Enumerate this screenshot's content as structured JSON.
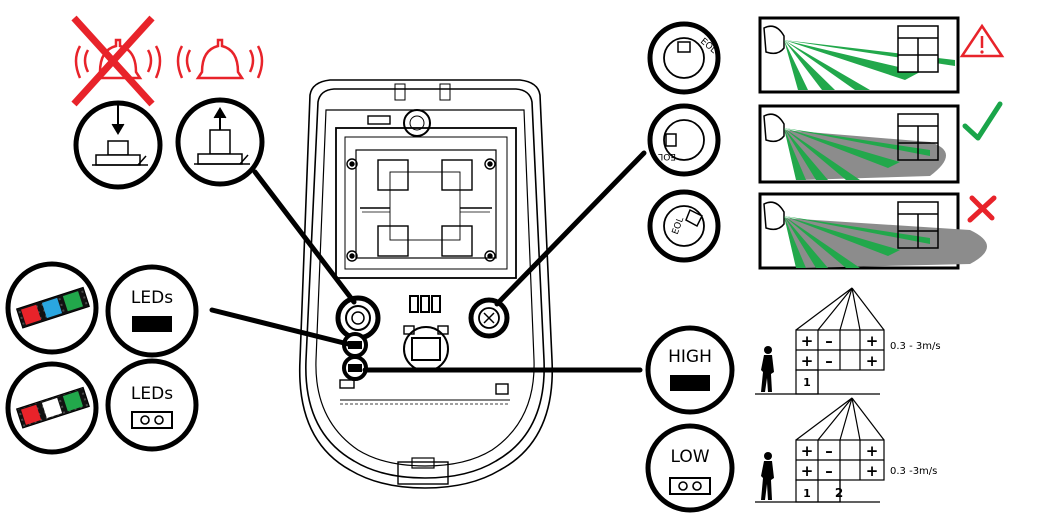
{
  "colors": {
    "alarm_red": "#e8232a",
    "check_green": "#1aa54a",
    "beam_green": "#22a84b",
    "range_gray": "#8c8c8c",
    "led_red": "#e8232a",
    "led_blue": "#2aa6e0",
    "led_green": "#22a84b",
    "stroke": "#000000"
  },
  "icons": {
    "tamper_disabled": "crossed-bell-icon",
    "tamper_enabled": "bell-icon",
    "warning": "warning-triangle-icon",
    "ok": "checkmark-icon",
    "bad": "cross-icon"
  },
  "eol_label": "EOL",
  "leds_on": {
    "label": "LEDs"
  },
  "leds_off": {
    "label": "LEDs"
  },
  "high": {
    "label": "HIGH",
    "speed": "0.3 - 3m/s",
    "pulse_count_labels": [
      "1"
    ]
  },
  "low": {
    "label": "LOW",
    "speed": "0.3 -3m/s",
    "pulse_count_labels": [
      "1",
      "2"
    ]
  },
  "pulse_signs": [
    "+",
    "–",
    "+",
    "+",
    "–",
    "+"
  ]
}
